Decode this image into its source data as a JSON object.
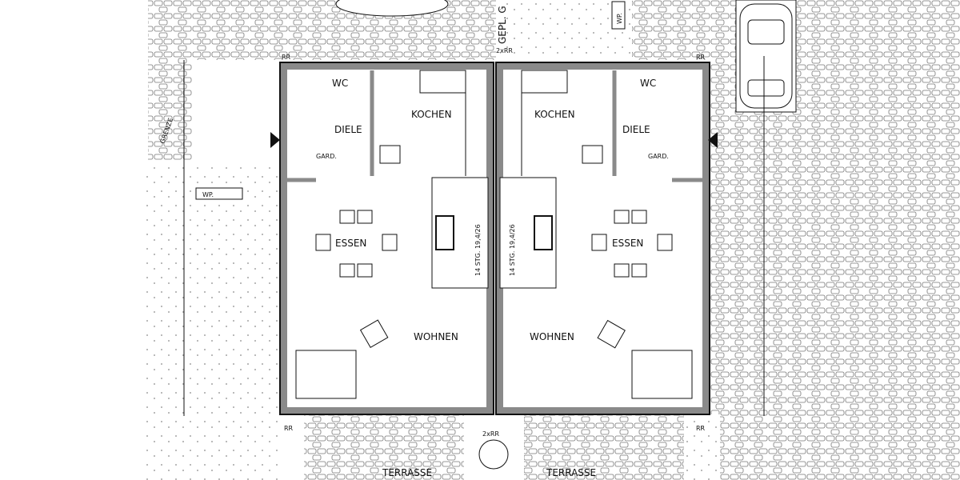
{
  "plan": {
    "rooms_left": {
      "wc": "WC",
      "diele": "DIELE",
      "gard": "GARD.",
      "kochen": "KOCHEN",
      "essen": "ESSEN",
      "wohnen": "WOHNEN",
      "terrasse": "TERRASSE",
      "stair": "14 STG. 19,4/26"
    },
    "rooms_right": {
      "wc": "WC",
      "diele": "DIELE",
      "gard": "GARD.",
      "kochen": "KOCHEN",
      "essen": "ESSEN",
      "wohnen": "WOHNEN",
      "terrasse": "TERRASSE",
      "stair": "14 STG. 19,4/26"
    },
    "site": {
      "grenze": "GRENZE",
      "wp_left": "WP.",
      "wp_top": "WP.",
      "gepl": "GEPL. G",
      "rr": "RR",
      "rr2": "2xRR"
    },
    "colors": {
      "wall": "#8a8a8a",
      "line": "#111111",
      "paper": "#ffffff"
    }
  }
}
